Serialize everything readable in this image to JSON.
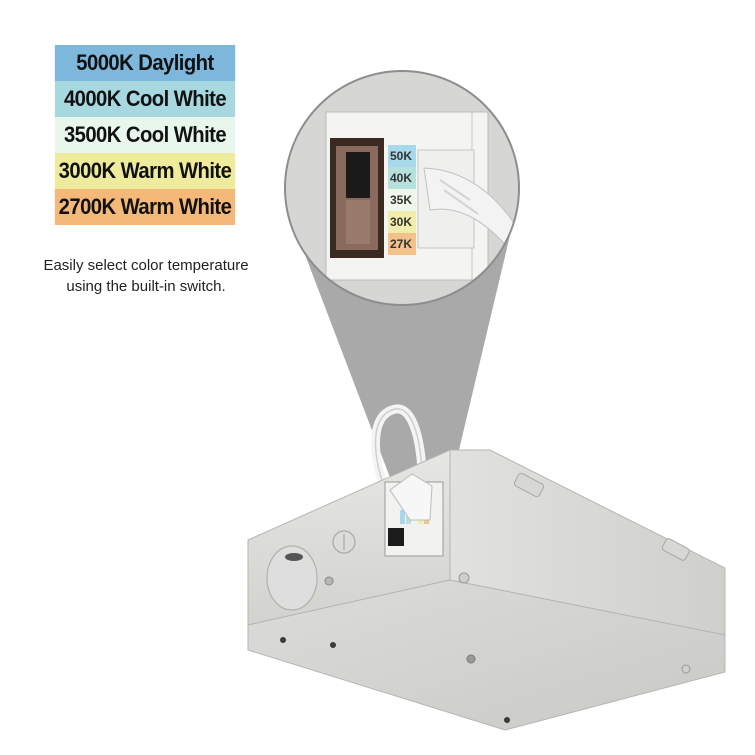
{
  "legend": {
    "items": [
      {
        "label": "5000K Daylight",
        "color": "#7db8dc"
      },
      {
        "label": "4000K Cool White",
        "color": "#a7d8e0"
      },
      {
        "label": "3500K Cool White",
        "color": "#e9f6ec"
      },
      {
        "label": "3000K Warm White",
        "color": "#eeec9c"
      },
      {
        "label": "2700K Warm White",
        "color": "#f4b878"
      }
    ]
  },
  "caption": {
    "line1": "Easily select color temperature",
    "line2": "using the built-in switch."
  },
  "switch_labels": [
    {
      "label": "50K",
      "color": "#a8d8ec"
    },
    {
      "label": "40K",
      "color": "#b6e0dc"
    },
    {
      "label": "35K",
      "color": "#eef7ea"
    },
    {
      "label": "30K",
      "color": "#f0ecaa"
    },
    {
      "label": "27K",
      "color": "#f2c28a"
    }
  ],
  "icons": [
    "junction-box-photo",
    "zoom-magnifier",
    "slide-switch",
    "connector-plug",
    "ground-symbol"
  ]
}
